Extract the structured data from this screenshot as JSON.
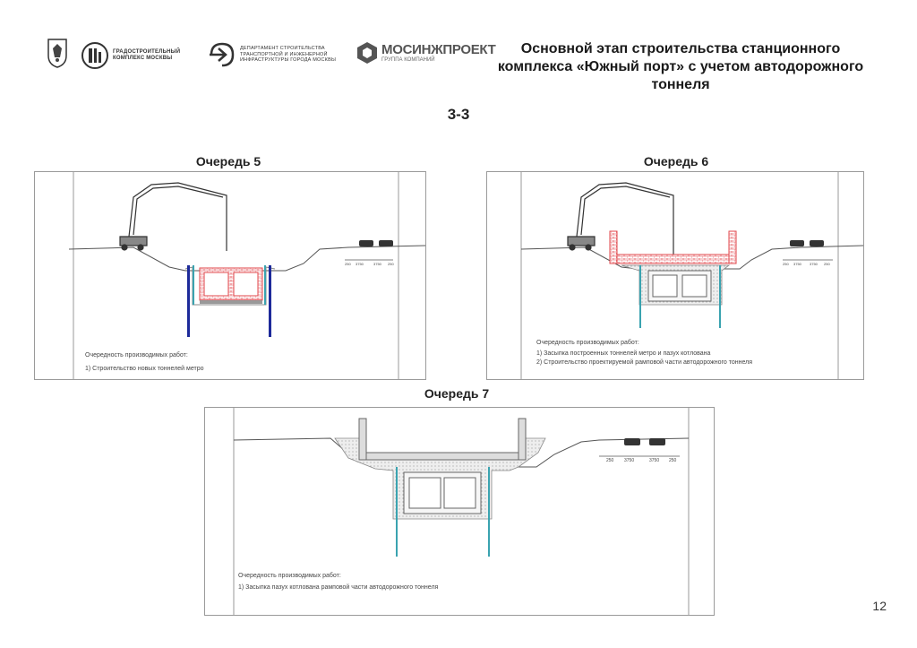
{
  "header": {
    "logos": [
      {
        "name": "moscow-coat-of-arms",
        "text": ""
      },
      {
        "name": "gradostroitelny-logo",
        "text": "ГРАДОСТРОИТЕЛЬНЫЙ КОМПЛЕКС МОСКВЫ"
      },
      {
        "name": "department-logo",
        "text": "ДЕПАРТАМЕНТ СТРОИТЕЛЬСТВА ТРАНСПОРТНОЙ И ИНЖЕНЕРНОЙ ИНФРАСТРУКТУРЫ ГОРОДА МОСКВЫ"
      },
      {
        "name": "mosinzhproekt-logo",
        "text": "МОСИНЖПРОЕКТ",
        "subtext": "ГРУППА КОМПАНИЙ"
      }
    ],
    "title": "Основной этап строительства станционного комплекса «Южный порт» с учетом автодорожного тоннеля"
  },
  "section_label": "3-3",
  "stages": [
    {
      "label": "Очередь 5",
      "notes_title": "Очередность производимых работ:",
      "notes": [
        "1) Строительство новых тоннелей метро"
      ],
      "dims": [
        "250",
        "3750",
        "3750",
        "250"
      ]
    },
    {
      "label": "Очередь 6",
      "notes_title": "Очередность производимых работ:",
      "notes": [
        "1) Засыпка построенных тоннелей метро и пазух котлована",
        "2) Строительство проектируемой рамповой части автодорожного тоннеля"
      ],
      "dims": [
        "250",
        "3750",
        "3750",
        "250"
      ]
    },
    {
      "label": "Очередь 7",
      "notes_title": "Очередность производимых работ:",
      "notes": [
        "1) Засыпка пазух котлована рамповой части автодорожного тоннеля"
      ],
      "dims": [
        "250",
        "3750",
        "3750",
        "250"
      ]
    }
  ],
  "page_number": "12",
  "colors": {
    "new_work": "#e0444a",
    "existing": "#777777",
    "pile_blue": "#1d2a9a",
    "pile_teal": "#3aa3b0",
    "fill": "#e8e8e8"
  }
}
